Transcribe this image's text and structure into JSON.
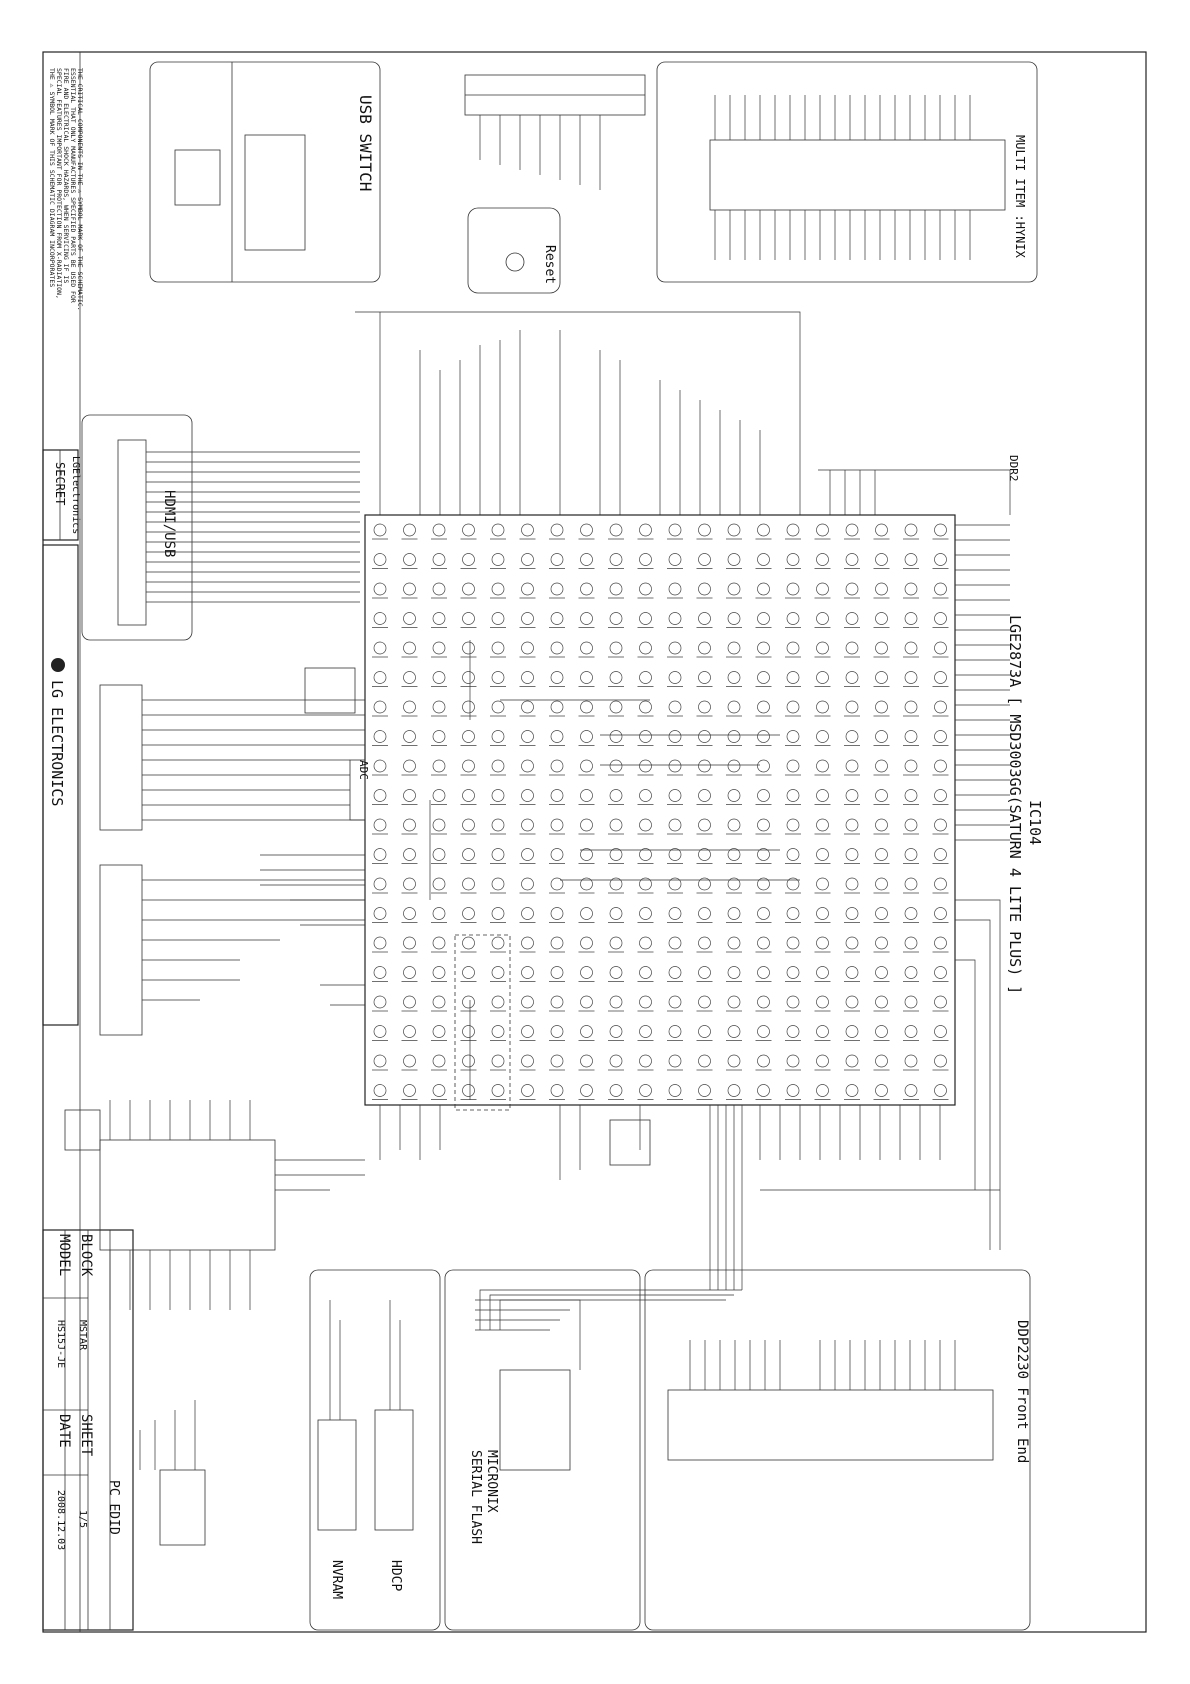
{
  "sheet": {
    "manufacturer": "LG ELECTRONICS",
    "notice_lines": [
      "THE ⚠ SYMBOL MARK OF THIS SCHEMATIC DIAGRAM INCORPORATES",
      "SPECIAL FEATURES IMPORTANT FOR PROTECTION FROM X-RADIATION,",
      "FIRE AND ELECTRICAL SHOCK HAZARDS, WHEN SERVICING IF IS",
      "ESSENTIAL THAT ONLY MANUFACTURES SPECIFIED PARTS BE USED FOR",
      "THE CRITICAL COMPONENTS IN THE ⚠ SYMBOL MARK OF THE SCHEMATIC."
    ],
    "secret_label": "SECRET",
    "secret_company": "LGElectronics"
  },
  "blocks": {
    "usb_switch": "USB SWITCH",
    "reset": "Reset",
    "multi_item": "MULTI ITEM :HYNIX",
    "hdmi_usb": "HDMI/USB",
    "ic_ref": "IC104",
    "ic_name": "LGE2873A [ MSD3003GG(SATURN 4 LITE PLUS) ]",
    "ddr2": "DDR2",
    "adc": "ADC",
    "pc_edid": "PC EDID",
    "nvram": "NVRAM",
    "hdcp": "HDCP",
    "serial_flash": "SERIAL FLASH",
    "serial_flash_vendor": "MICRONIX",
    "front_end": "DDP2230 Front End"
  },
  "title_block": {
    "model_label": "MODEL",
    "model_value": "HS15J-JE",
    "block_label": "BLOCK",
    "block_value": "MSTAR",
    "date_label": "DATE",
    "date_value": "2008.12.03",
    "sheet_label": "SHEET",
    "sheet_value": "1/5"
  },
  "colors": {
    "ink": "#222222",
    "paper": "#ffffff"
  }
}
